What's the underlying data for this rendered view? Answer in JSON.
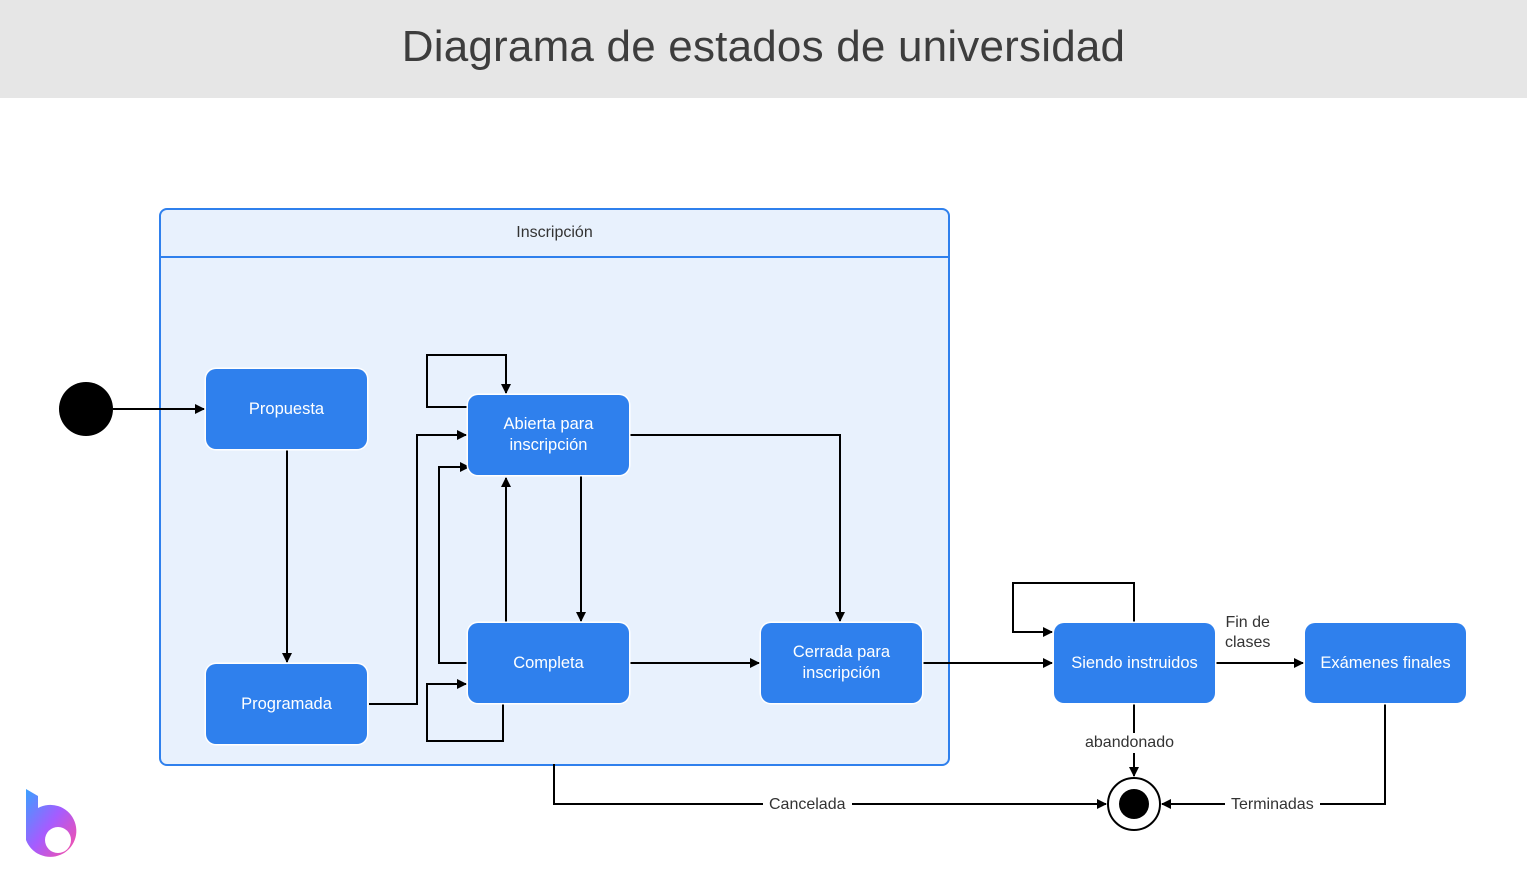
{
  "title": "Diagrama de estados de universidad",
  "composite_state": {
    "label": "Inscripción"
  },
  "states": {
    "propuesta": "Propuesta",
    "programada": "Programada",
    "abierta": "Abierta para\ninscripción",
    "completa": "Completa",
    "cerrada": "Cerrada para\ninscripción",
    "siendo": "Siendo instruidos",
    "examenes": "Exámenes finales"
  },
  "transitions": {
    "fin_de_clases": "Fin de\nclases",
    "abandonado": "abandonado",
    "cancelada": "Cancelada",
    "terminadas": "Terminadas"
  },
  "colors": {
    "state_fill": "#2f80ed",
    "composite_fill": "#e8f1fd",
    "header_bg": "#e6e6e6"
  },
  "icons": {
    "logo": "brand-logo-icon"
  }
}
